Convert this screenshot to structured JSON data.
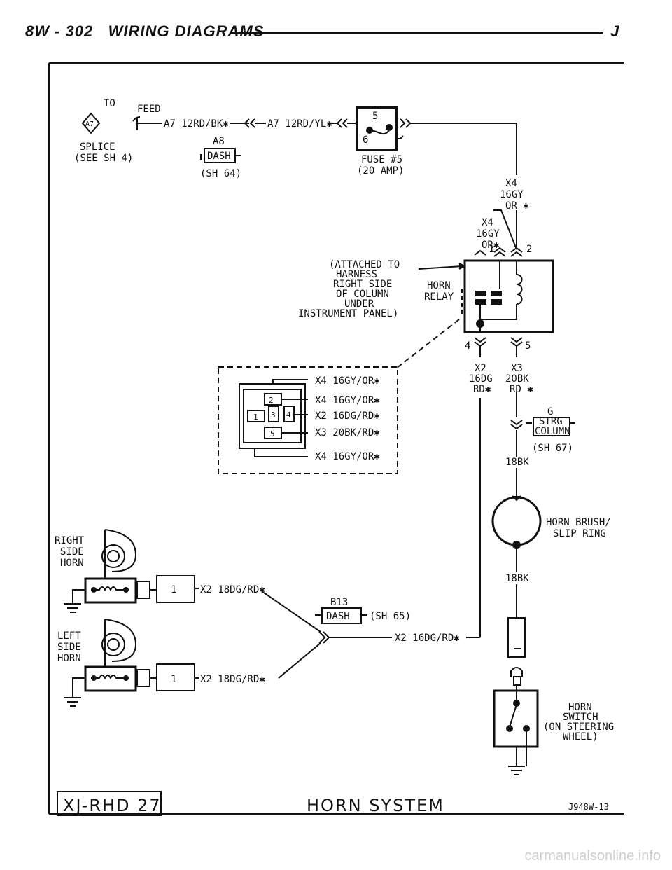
{
  "header": {
    "page_ref": "8W - 302",
    "title": "WIRING DIAGRAMS",
    "right": "J"
  },
  "feed": {
    "to": "TO",
    "label": "FEED",
    "splice_code": "A7",
    "splice_line1": "SPLICE",
    "splice_line2": "(SEE SH 4)",
    "wire_left": "A7 12RD/BK✱",
    "wire_right": "A7 12RD/YL✱"
  },
  "dash_a8": {
    "ref": "A8",
    "name": "DASH",
    "sheet": "(SH 64)"
  },
  "fuse": {
    "pin_top": "5",
    "pin_bottom": "6",
    "name": "FUSE #5",
    "rating": "(20 AMP)"
  },
  "wire_x4_outer": {
    "circuit": "X4",
    "gauge": "16GY",
    "color": "OR ✱"
  },
  "wire_x4_inner": {
    "circuit": "X4",
    "gauge": "16GY",
    "color": "OR✱"
  },
  "relay": {
    "pin1": "1",
    "pin2": "2",
    "pin4": "4",
    "pin5": "5",
    "name1": "HORN",
    "name2": "RELAY",
    "attached": [
      "(ATTACHED TO",
      "HARNESS",
      "RIGHT SIDE",
      "OF COLUMN",
      "UNDER",
      "INSTRUMENT PANEL)"
    ]
  },
  "connector_view": {
    "cav2": "2",
    "cav1": "1",
    "cav3": "3",
    "cav4": "4",
    "cav5": "5",
    "wires": [
      "X4 16GY/OR✱",
      "X4 16GY/OR✱",
      "X2 16DG/RD✱",
      "X3 20BK/RD✱",
      "X4 16GY/OR✱"
    ]
  },
  "wire_x2_relay": {
    "circuit": "X2",
    "gauge": "16DG",
    "color": "RD✱"
  },
  "wire_x3_relay": {
    "circuit": "X3",
    "gauge": "20BK",
    "color": "RD ✱"
  },
  "strg_column": {
    "ref": "G",
    "name1": "STRG",
    "name2": "COLUMN",
    "sheet": "(SH 67)"
  },
  "wire_18bk_top": "18BK",
  "horn_brush": {
    "line1": "HORN BRUSH/",
    "line2": "SLIP RING"
  },
  "wire_18bk_bottom": "18BK",
  "right_horn": {
    "line1": "RIGHT",
    "line2": "SIDE",
    "line3": "HORN",
    "pin": "1",
    "wire": "X2 18DG/RD✱"
  },
  "left_horn": {
    "line1": "LEFT",
    "line2": "SIDE",
    "line3": "HORN",
    "pin": "1",
    "wire": "X2 18DG/RD✱"
  },
  "dash_b13": {
    "ref": "B13",
    "name": "DASH",
    "sheet": "(SH 65)"
  },
  "wire_x2_main": "X2 16DG/RD✱",
  "horn_switch": {
    "line1": "HORN",
    "line2": "SWITCH",
    "line3": "(ON STEERING",
    "line4": "WHEEL)"
  },
  "footer": {
    "sheet_id": "XJ-RHD 27",
    "system": "HORN SYSTEM",
    "code": "J948W-13"
  },
  "watermark": "carmanualsonline.info"
}
